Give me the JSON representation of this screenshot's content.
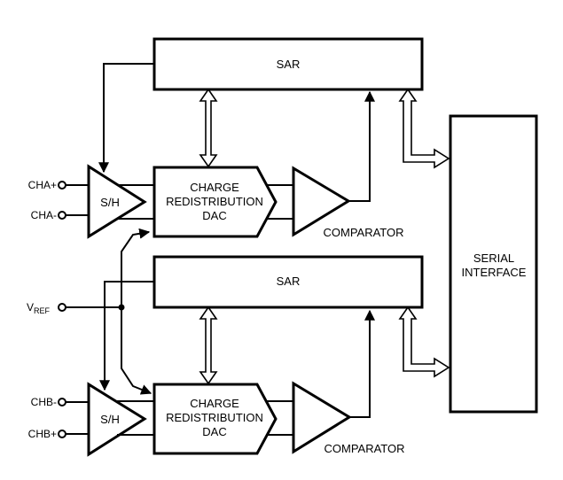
{
  "blocks": {
    "sar_top": "SAR",
    "sar_bottom": "SAR",
    "sh_top": "S/H",
    "sh_bottom": "S/H",
    "dac_top": [
      "CHARGE",
      "REDISTRIBUTION",
      "DAC"
    ],
    "dac_bottom": [
      "CHARGE",
      "REDISTRIBUTION",
      "DAC"
    ],
    "comparator_top": "COMPARATOR",
    "comparator_bottom": "COMPARATOR",
    "serial_interface": [
      "SERIAL",
      "INTERFACE"
    ]
  },
  "pins": {
    "cha_plus": "CHA+",
    "cha_minus": "CHA-",
    "vref_main": "V",
    "vref_sub": "REF",
    "chb_minus": "CHB-",
    "chb_plus": "CHB+"
  }
}
